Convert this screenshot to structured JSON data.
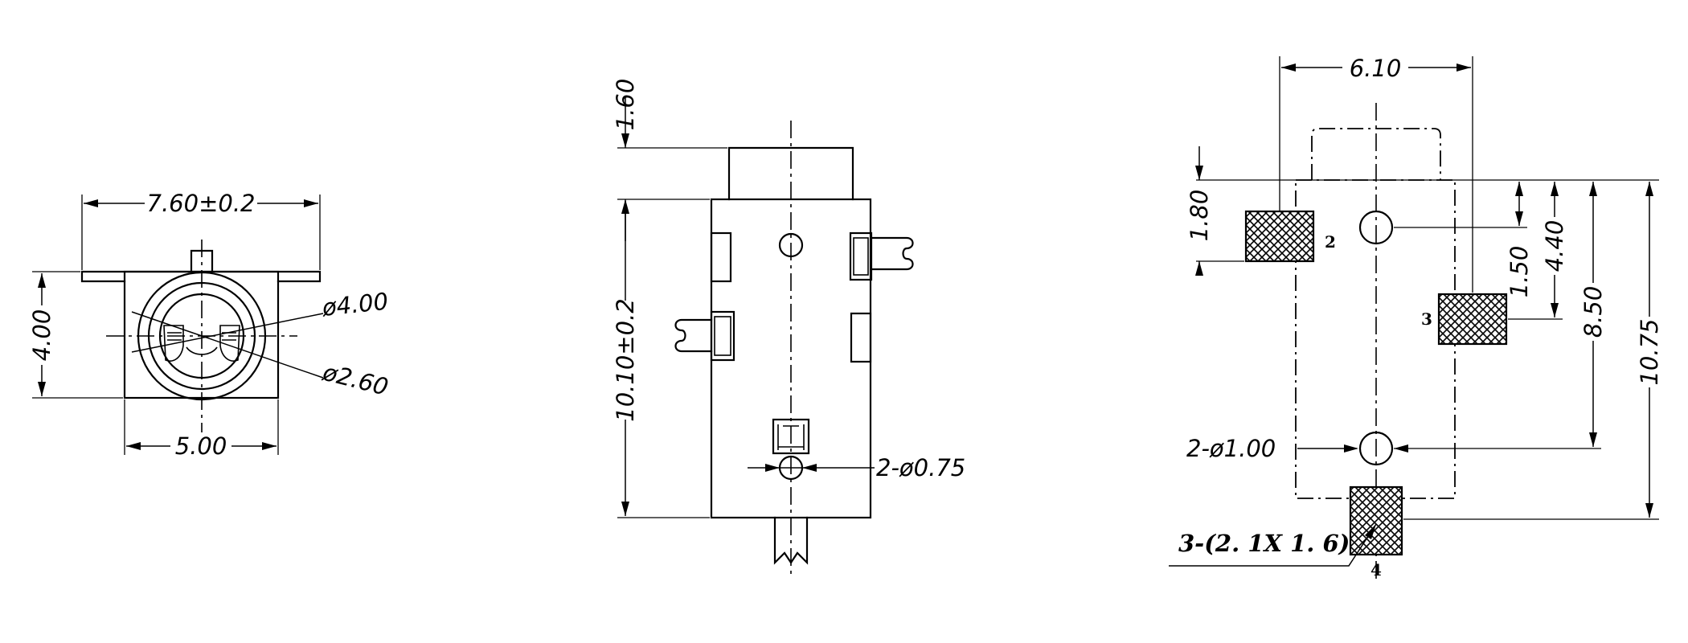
{
  "front_view": {
    "width_dim": "7.60±0.2",
    "height_dim": "4.00",
    "outer_diameter": "ø4.00",
    "inner_diameter": "ø2.60",
    "body_width_dim": "5.00"
  },
  "side_view": {
    "protrusion_dim": "1.60",
    "length_dim": "10.10±0.2",
    "post_holes": "2-ø0.75"
  },
  "pcb_layout": {
    "pad_spacing_dim": "6.10",
    "pad2_offset_dim": "1.80",
    "hole_offset_dim": "1.50",
    "pad3_offset_dim": "4.40",
    "hole2_offset_dim": "8.50",
    "total_length_dim": "10.75",
    "hole_callout": "2-ø1.00",
    "pad_callout": "3-(2. 1X 1. 6)",
    "pin_labels": [
      "2",
      "3",
      "4"
    ]
  }
}
